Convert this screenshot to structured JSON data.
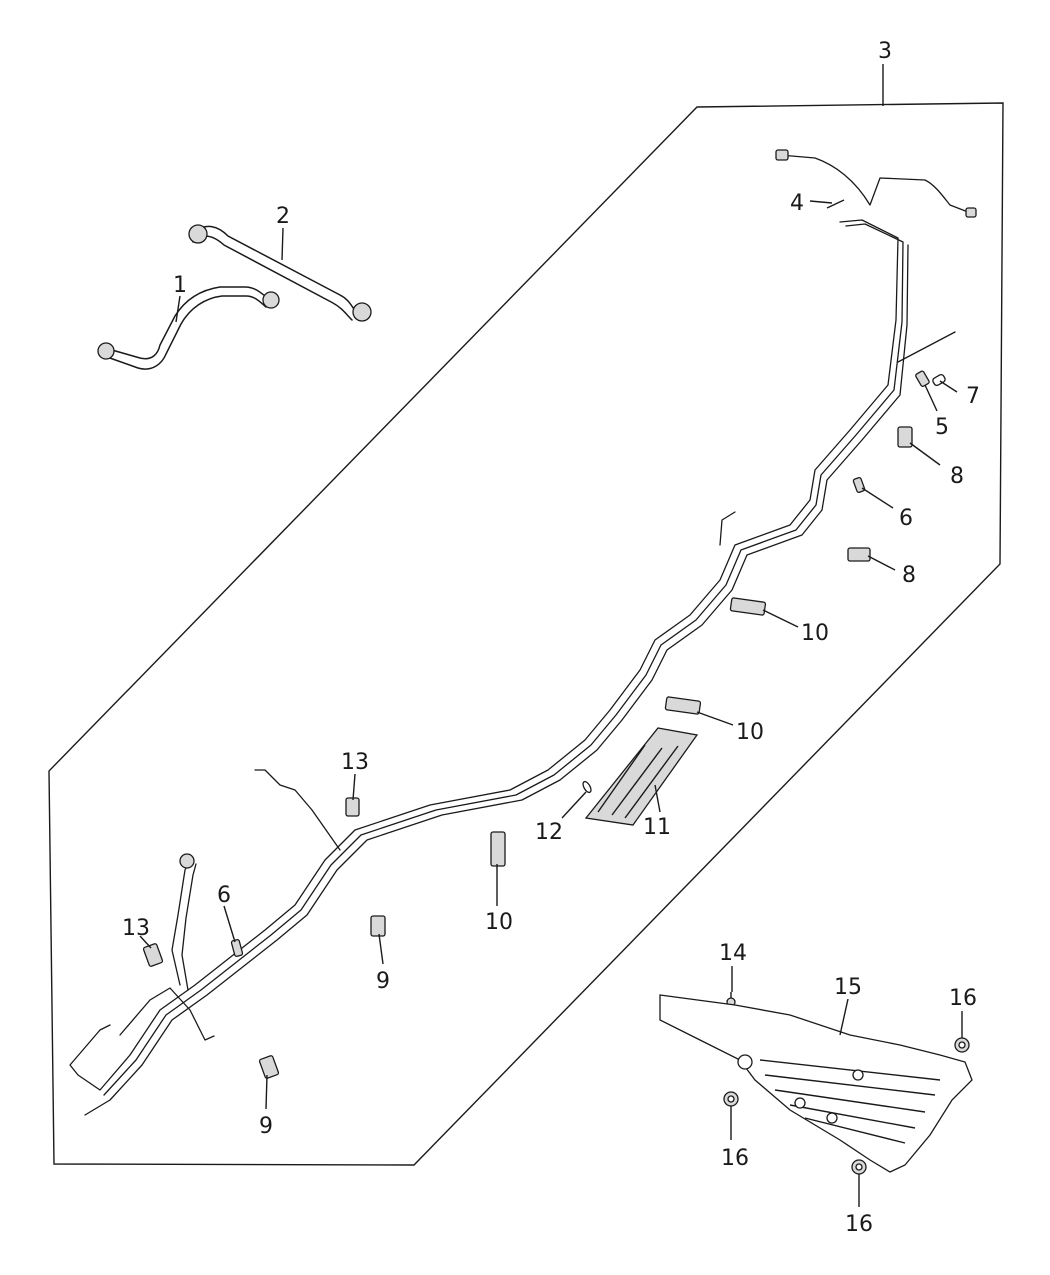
{
  "callouts": [
    {
      "id": "c1",
      "label": "1"
    },
    {
      "id": "c2",
      "label": "2"
    },
    {
      "id": "c3",
      "label": "3"
    },
    {
      "id": "c4",
      "label": "4"
    },
    {
      "id": "c5",
      "label": "5"
    },
    {
      "id": "c6a",
      "label": "6"
    },
    {
      "id": "c6b",
      "label": "6"
    },
    {
      "id": "c7",
      "label": "7"
    },
    {
      "id": "c8a",
      "label": "8"
    },
    {
      "id": "c8b",
      "label": "8"
    },
    {
      "id": "c9a",
      "label": "9"
    },
    {
      "id": "c9b",
      "label": "9"
    },
    {
      "id": "c10a",
      "label": "10"
    },
    {
      "id": "c10b",
      "label": "10"
    },
    {
      "id": "c10c",
      "label": "10"
    },
    {
      "id": "c11",
      "label": "11"
    },
    {
      "id": "c12",
      "label": "12"
    },
    {
      "id": "c13a",
      "label": "13"
    },
    {
      "id": "c13b",
      "label": "13"
    },
    {
      "id": "c14",
      "label": "14"
    },
    {
      "id": "c15",
      "label": "15"
    },
    {
      "id": "c16a",
      "label": "16"
    },
    {
      "id": "c16b",
      "label": "16"
    },
    {
      "id": "c16c",
      "label": "16"
    }
  ]
}
